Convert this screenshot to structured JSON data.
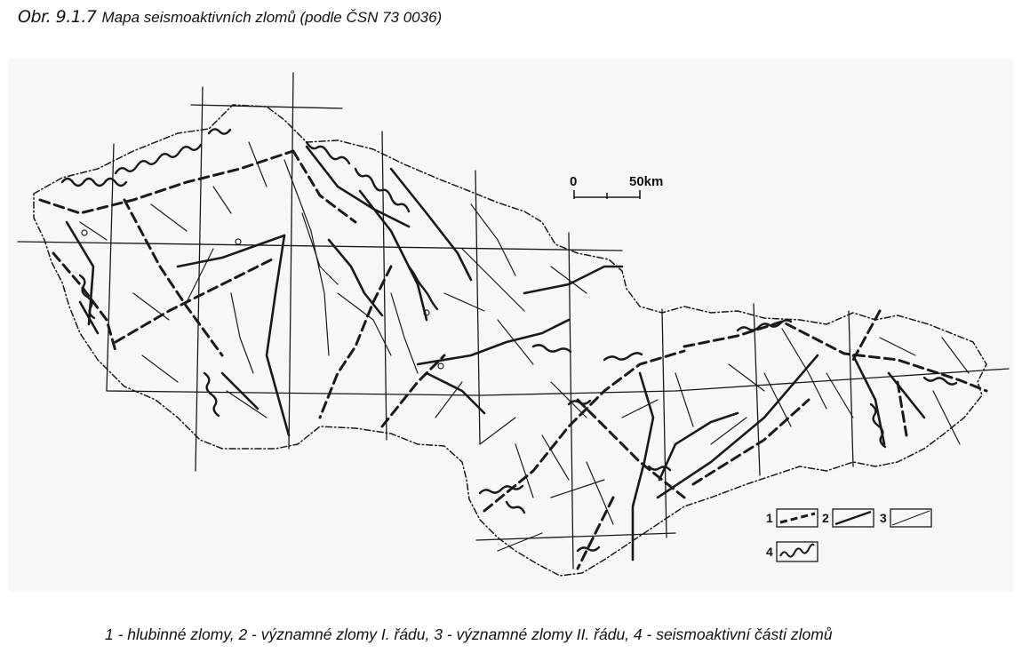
{
  "title": {
    "number": "Obr. 9.1.7",
    "text": "Mapa seismoaktivních zlomů (podle ČSN 73 0036)"
  },
  "scale": {
    "start_label": "0",
    "end_label": "50km"
  },
  "legend": [
    {
      "number": "1",
      "fault_type": "deep",
      "line_style": "dashed"
    },
    {
      "number": "2",
      "fault_type": "major-I",
      "line_style": "solid-thick"
    },
    {
      "number": "3",
      "fault_type": "major-II",
      "line_style": "solid-thin"
    },
    {
      "number": "4",
      "fault_type": "seismoactive",
      "line_style": "wavy"
    }
  ],
  "caption": "1 - hlubinné zlomy,  2 - významné zlomy I. řádu, 3  - významné zlomy II. řádu, 4 - seismoaktivní části zlomů",
  "colors": {
    "ink": "#1a1a1a",
    "paper": "#f7f7f7"
  }
}
